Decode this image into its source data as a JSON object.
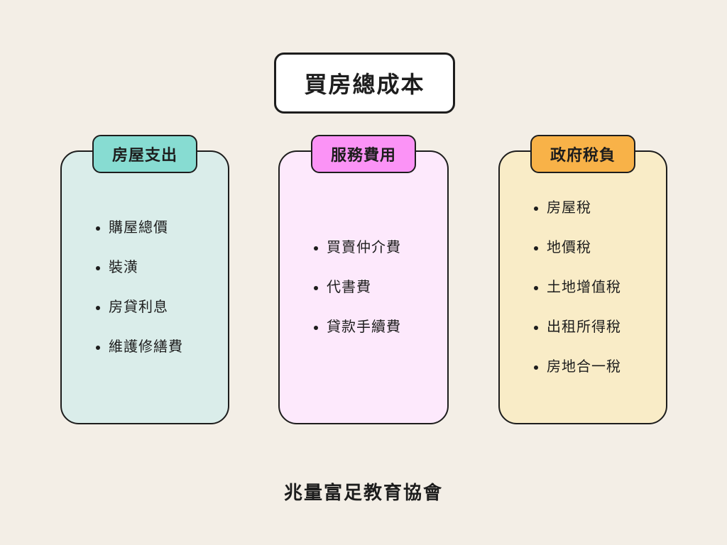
{
  "page": {
    "title": "買房總成本",
    "footer": "兆量富足教育協會",
    "background_color": "#f3eee6",
    "title_box_color": "#ffffff",
    "outline_color": "#1d1d1d"
  },
  "columns": [
    {
      "id": "housing-expenses",
      "header": "房屋支出",
      "header_bg": "#87dcd2",
      "body_bg": "#daedea",
      "items": [
        "購屋總價",
        "裝潢",
        "房貸利息",
        "維護修繕費"
      ]
    },
    {
      "id": "service-fees",
      "header": "服務費用",
      "header_bg": "#fb93f6",
      "body_bg": "#fde9fc",
      "items": [
        "買賣仲介費",
        "代書費",
        "貸款手續費"
      ]
    },
    {
      "id": "government-taxes",
      "header": "政府稅負",
      "header_bg": "#f8b248",
      "body_bg": "#f9ecc7",
      "items": [
        "房屋稅",
        "地價稅",
        "土地增值稅",
        "出租所得稅",
        "房地合一稅"
      ]
    }
  ]
}
